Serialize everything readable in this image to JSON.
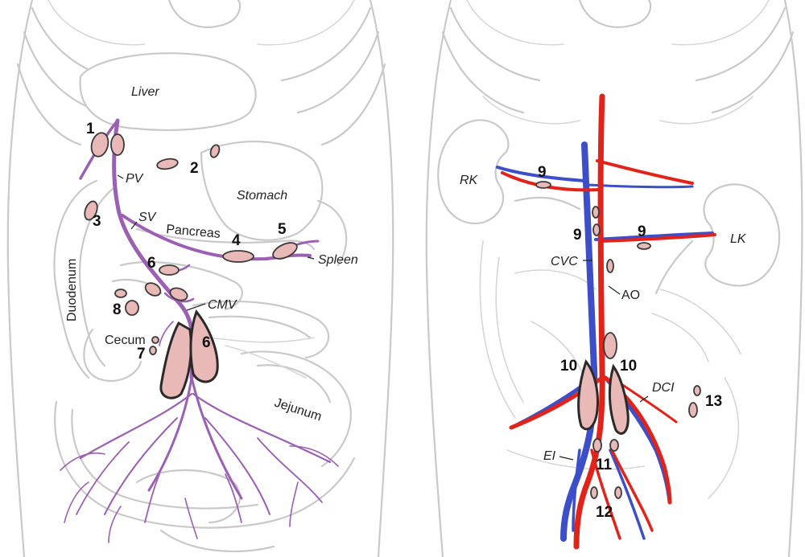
{
  "left_panel": {
    "organs": {
      "liver": "Liver",
      "stomach": "Stomach",
      "pancreas": "Pancreas",
      "spleen": "Spleen",
      "duodenum": "Duodenum",
      "cecum": "Cecum",
      "jejunum": "Jejunum"
    },
    "vessels": {
      "pv": "PV",
      "sv": "SV",
      "cmv": "CMV"
    },
    "node_numbers": [
      "1",
      "2",
      "3",
      "4",
      "5",
      "6",
      "6",
      "7",
      "8"
    ]
  },
  "right_panel": {
    "organs": {
      "rk": "RK",
      "lk": "LK"
    },
    "vessels": {
      "cvc": "CVC",
      "ao": "AO",
      "dci": "DCI",
      "ei": "EI"
    },
    "node_numbers": [
      "9",
      "9",
      "9",
      "10",
      "10",
      "11",
      "12",
      "13"
    ]
  },
  "colors": {
    "portal_vein": "#9b5fb4",
    "artery": "#e2231a",
    "vein": "#3d4ec9",
    "lymph_node": "#e8b9b6",
    "organ_outline": "#c9c9c9"
  }
}
